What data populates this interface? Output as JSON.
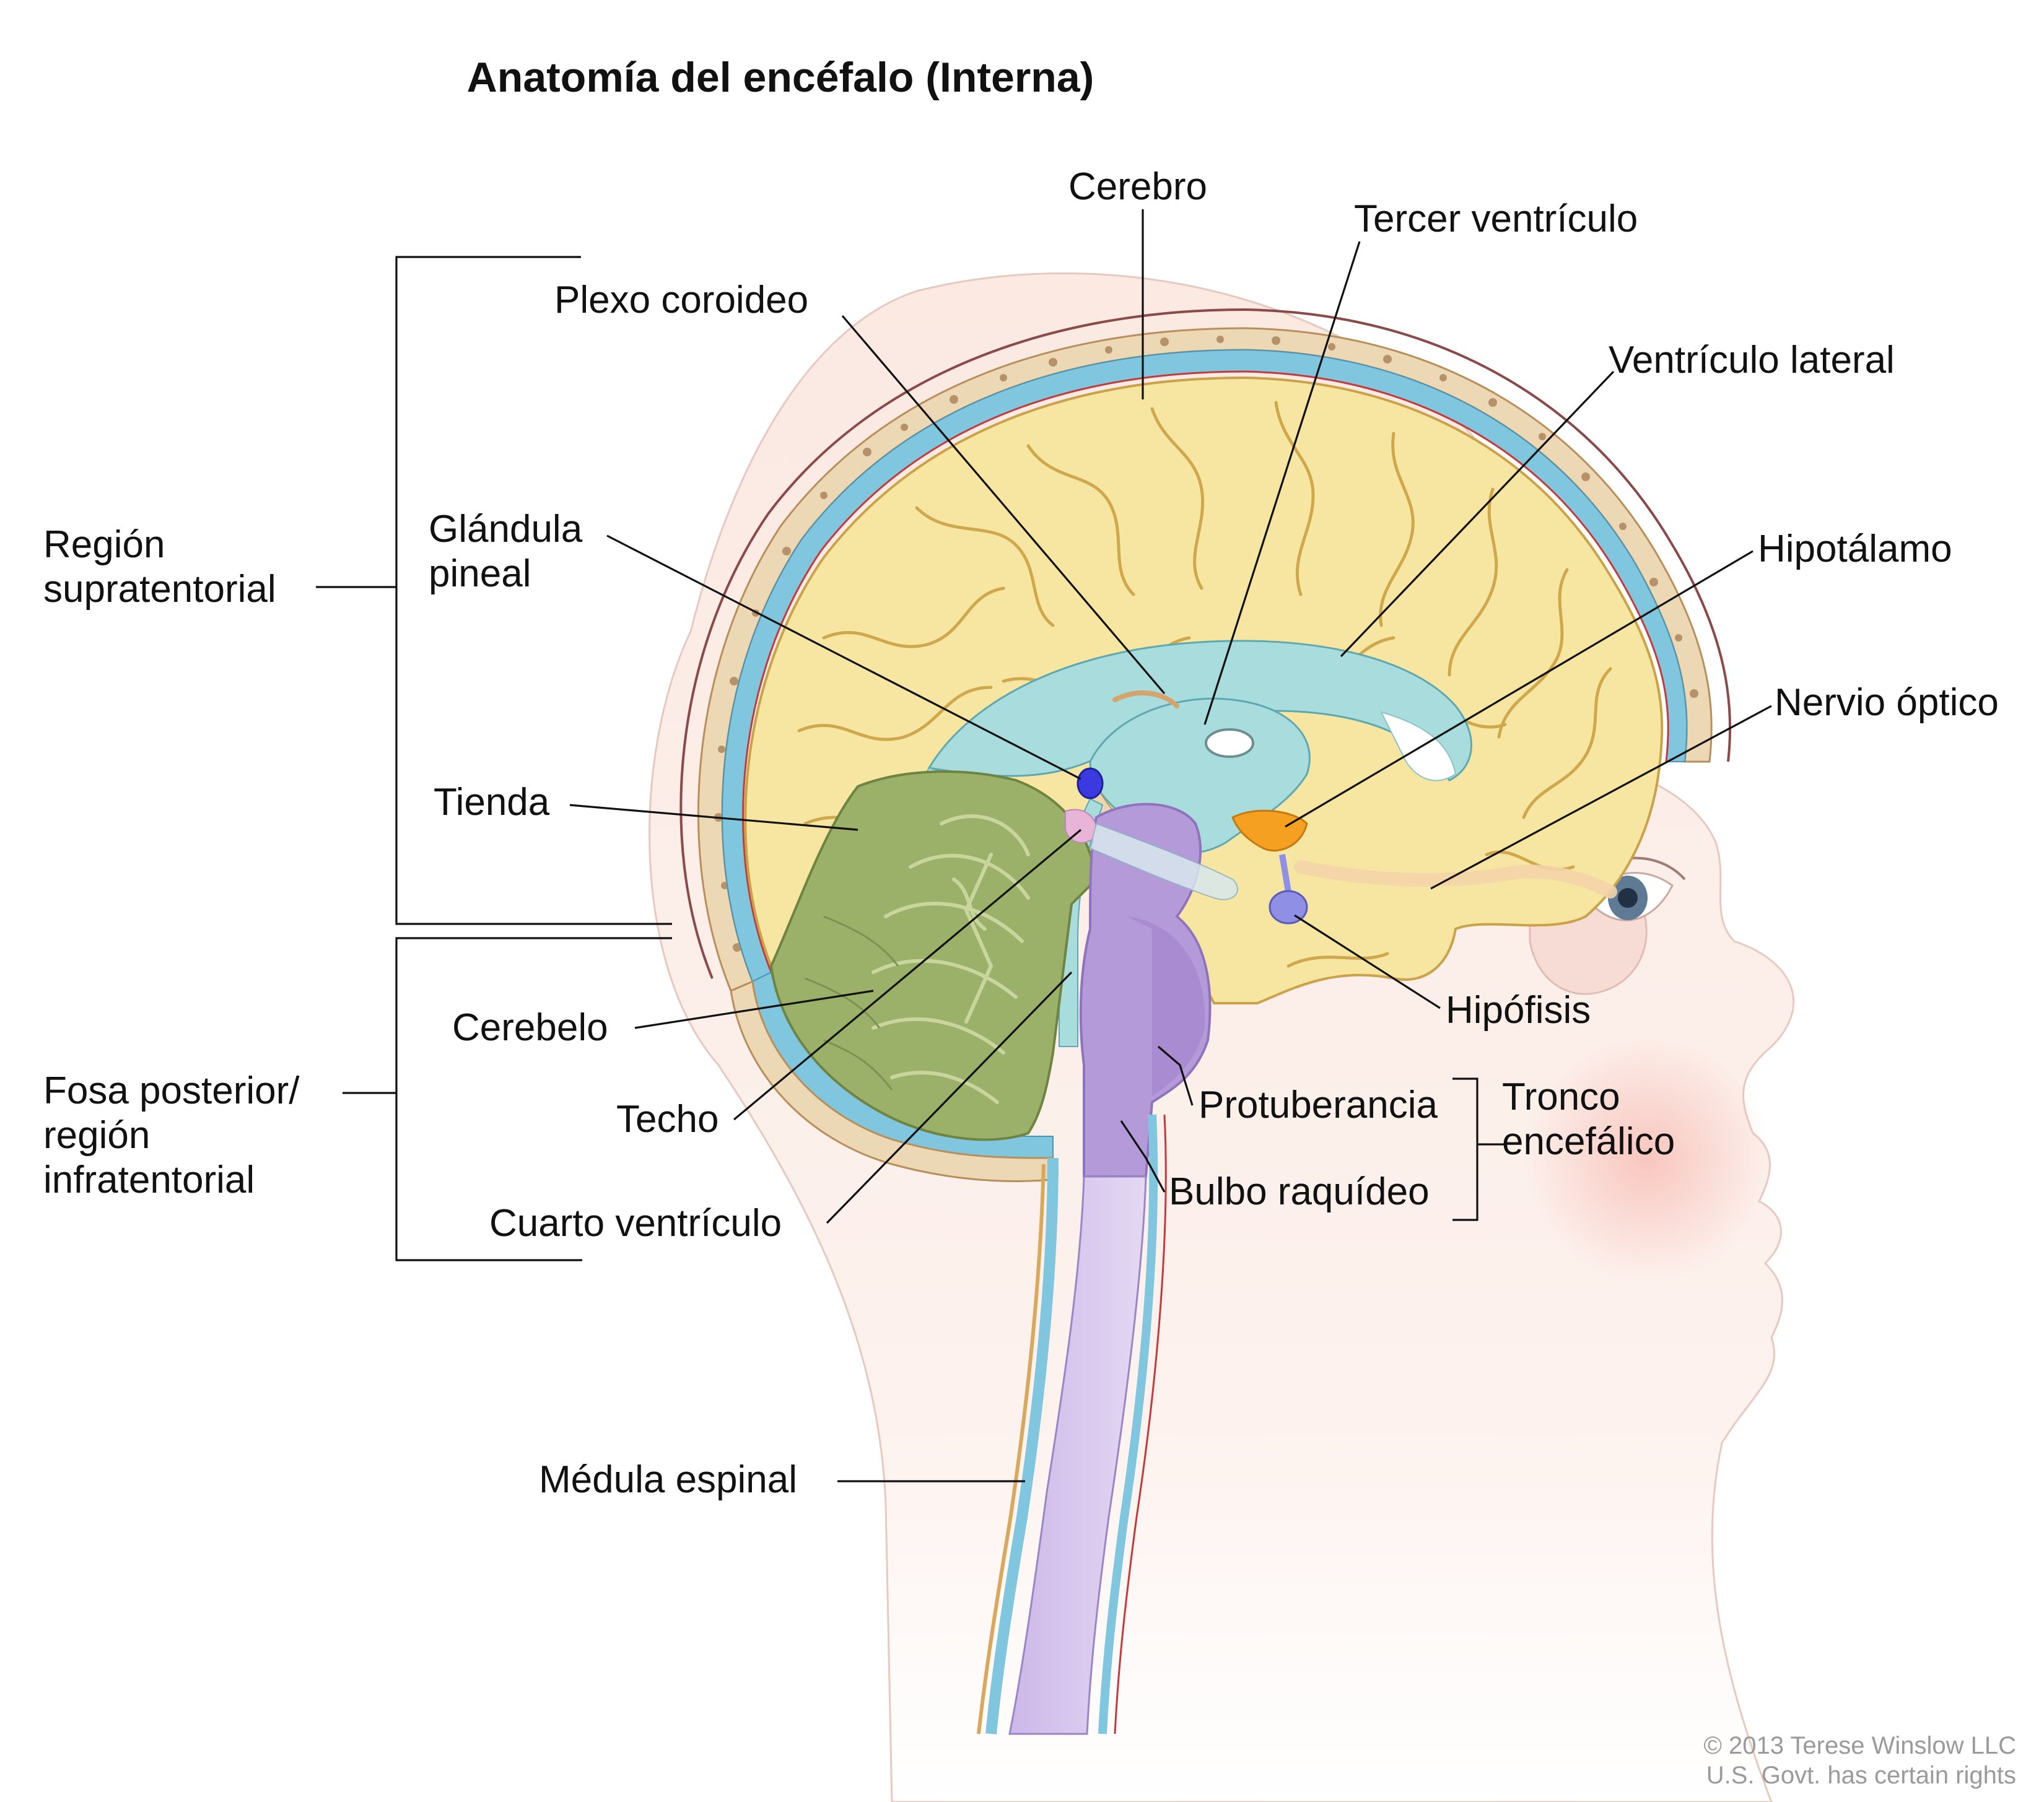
{
  "title": "Anatomía del encéfalo (Interna)",
  "labels": {
    "cerebro": "Cerebro",
    "tercer_ventriculo": "Tercer ventrículo",
    "plexo_coroideo": "Plexo coroideo",
    "ventriculo_lateral": "Ventrículo lateral",
    "region_supratentorial_1": "Región",
    "region_supratentorial_2": "supratentorial",
    "glandula_pineal_1": "Glándula",
    "glandula_pineal_2": "pineal",
    "hipotalamo": "Hipotálamo",
    "nervio_optico": "Nervio óptico",
    "tienda": "Tienda",
    "hipofisis": "Hipófisis",
    "cerebelo": "Cerebelo",
    "fosa_posterior_1": "Fosa posterior/",
    "fosa_posterior_2": "región",
    "fosa_posterior_3": "infratentorial",
    "techo": "Techo",
    "protuberancia": "Protuberancia",
    "tronco_encefalico_1": "Tronco",
    "tronco_encefalico_2": "encefálico",
    "bulbo_raquideo": "Bulbo raquídeo",
    "cuarto_ventriculo": "Cuarto ventrículo",
    "medula_espinal": "Médula espinal"
  },
  "copyright": {
    "line1": "© 2013 Terese Winslow LLC",
    "line2": "U.S. Govt. has certain rights"
  },
  "colors": {
    "cerebrum": "#f7e6a2",
    "cerebellum": "#9bb068",
    "csf": "#7fc6de",
    "brainstem": "#b49ad8",
    "hypothalamus": "#f5a020",
    "pineal": "#3a3ae0",
    "pituitary": "#8f8fe6",
    "skin": "#fbe7df",
    "skull": "#ecd8b4"
  }
}
